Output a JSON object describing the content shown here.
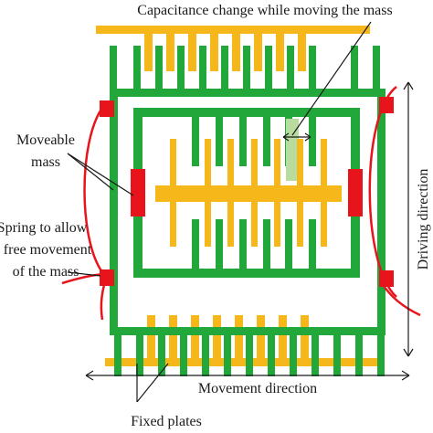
{
  "labels": {
    "capacitance": "Capacitance change while moving the mass",
    "moveable_line1": "Moveable",
    "moveable_line2": "mass",
    "spring_line1": "Spring to allow",
    "spring_line2": "free movement",
    "spring_line3": "of the mass",
    "driving_direction": "Driving direction",
    "movement_direction": "Movement direction",
    "fixed_plates": "Fixed plates"
  },
  "colors": {
    "green": "#22a83a",
    "orange": "#f5b71a",
    "red": "#e8141c",
    "highlight": "#b8dca0",
    "line": "#1a1a1a"
  }
}
